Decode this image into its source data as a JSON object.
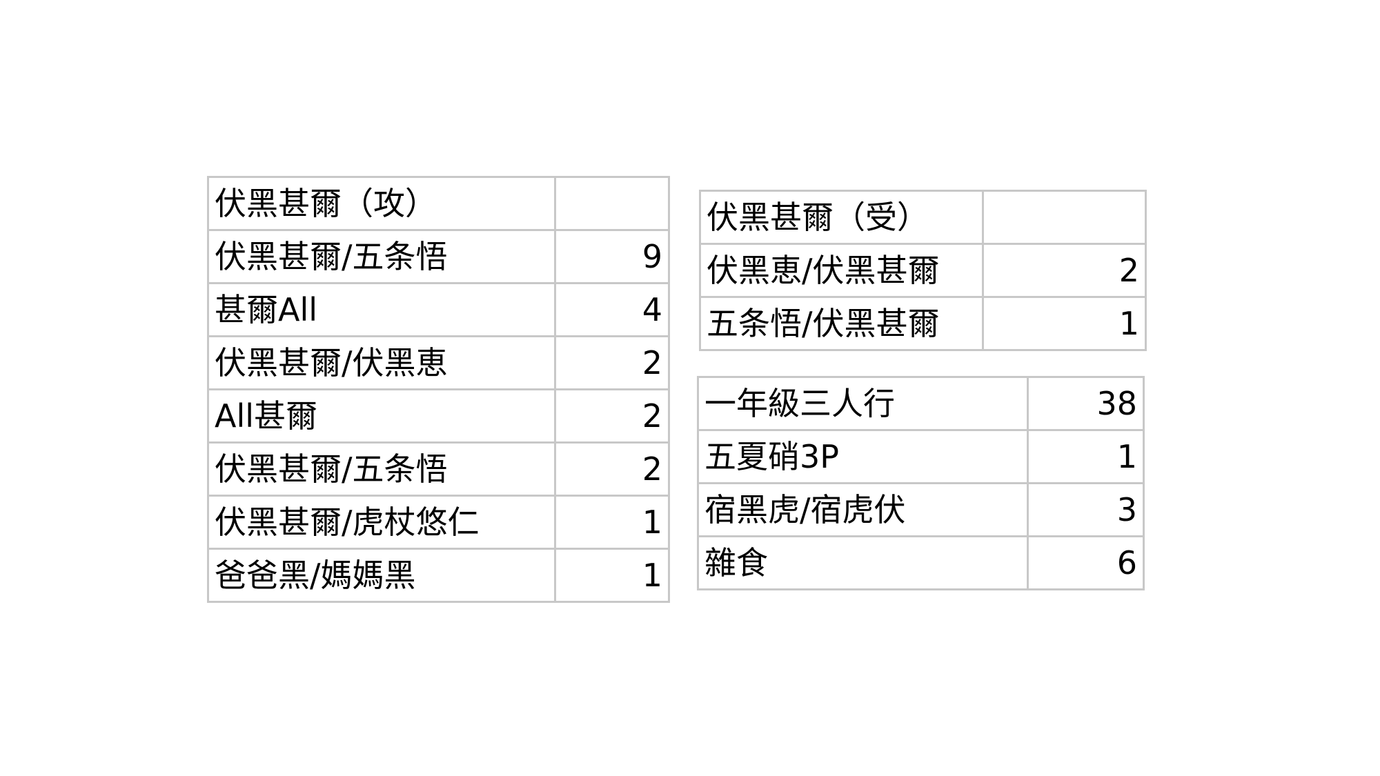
{
  "tables": {
    "seme": {
      "header": {
        "label": "伏黑甚爾（攻）",
        "value": ""
      },
      "rows": [
        {
          "label": "伏黑甚爾/五条悟",
          "value": "9"
        },
        {
          "label": "甚爾All",
          "value": "4"
        },
        {
          "label": "伏黑甚爾/伏黑恵",
          "value": "2"
        },
        {
          "label": "All甚爾",
          "value": "2"
        },
        {
          "label": "伏黑甚爾/五条悟",
          "value": "2"
        },
        {
          "label": "伏黑甚爾/虎杖悠仁",
          "value": "1"
        },
        {
          "label": "爸爸黑/媽媽黑",
          "value": "1"
        }
      ]
    },
    "uke": {
      "header": {
        "label": "伏黑甚爾（受）",
        "value": ""
      },
      "rows": [
        {
          "label": "伏黑恵/伏黑甚爾",
          "value": "2"
        },
        {
          "label": "五条悟/伏黑甚爾",
          "value": "1"
        }
      ]
    },
    "other": {
      "rows": [
        {
          "label": "一年級三人行",
          "value": "38"
        },
        {
          "label": "五夏硝3P",
          "value": "1"
        },
        {
          "label": "宿黑虎/宿虎伏",
          "value": "3"
        },
        {
          "label": "雜食",
          "value": "6"
        }
      ]
    }
  }
}
